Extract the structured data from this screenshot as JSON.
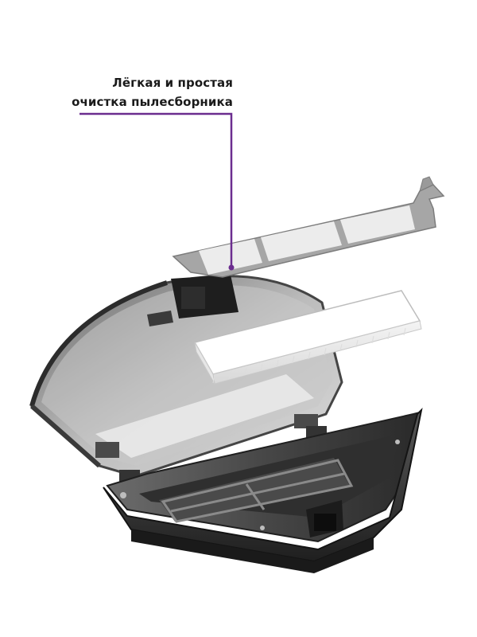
{
  "annotation": {
    "line1": "Лёгкая и простая",
    "line2": "очистка пылесборника",
    "accent_color": "#6b2d8f"
  },
  "product": {
    "name": "dustbin-with-filter",
    "body_color": "#3a3a3a",
    "lid_color": "#8c8c8c",
    "filter_color": "#ffffff",
    "frame_color": "#9a9a9a"
  }
}
